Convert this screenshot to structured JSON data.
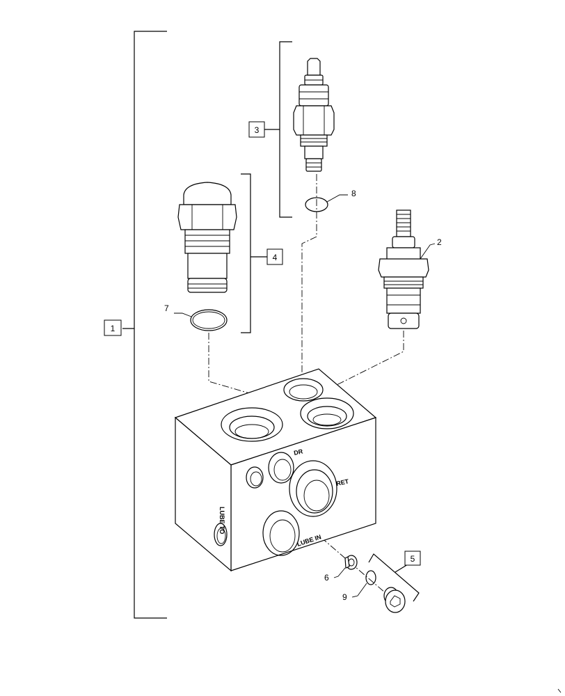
{
  "callouts": {
    "c1": "1",
    "c2": "2",
    "c3": "3",
    "c4": "4",
    "c5": "5",
    "c6": "6",
    "c7": "7",
    "c8": "8",
    "c9": "9"
  },
  "block_markings": {
    "dr": "DR",
    "ret": "RET",
    "lube_in": "LUBE IN",
    "lube_to": "LUBE TO"
  }
}
